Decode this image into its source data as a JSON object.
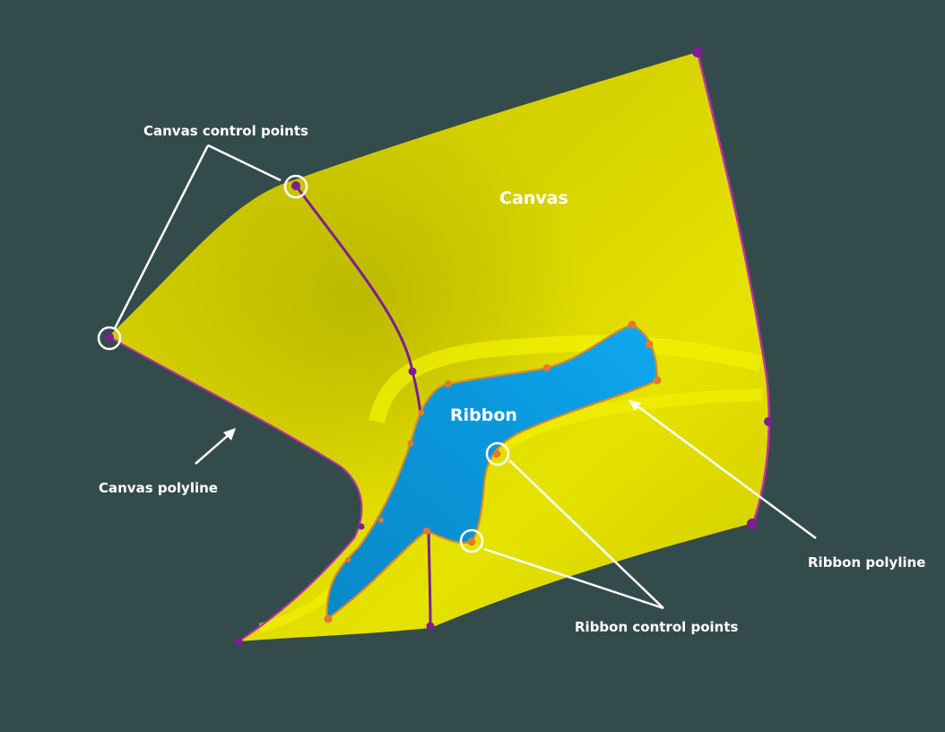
{
  "labels": {
    "canvas_control_points": "Canvas control points",
    "canvas": "Canvas",
    "ribbon": "Ribbon",
    "canvas_polyline": "Canvas polyline",
    "ribbon_polyline": "Ribbon polyline",
    "ribbon_control_points": "Ribbon control points"
  },
  "colors": {
    "background": "#344b4b",
    "canvas_surface": "#d4d000",
    "canvas_highlight": "#f3f300",
    "canvas_polyline": "#c030a8",
    "canvas_control_point": "#7a2090",
    "ribbon_surface": "#0a9ae0",
    "ribbon_polyline": "#d88a2a",
    "ribbon_control_point": "#e07a30",
    "annotation": "#ffffff"
  }
}
